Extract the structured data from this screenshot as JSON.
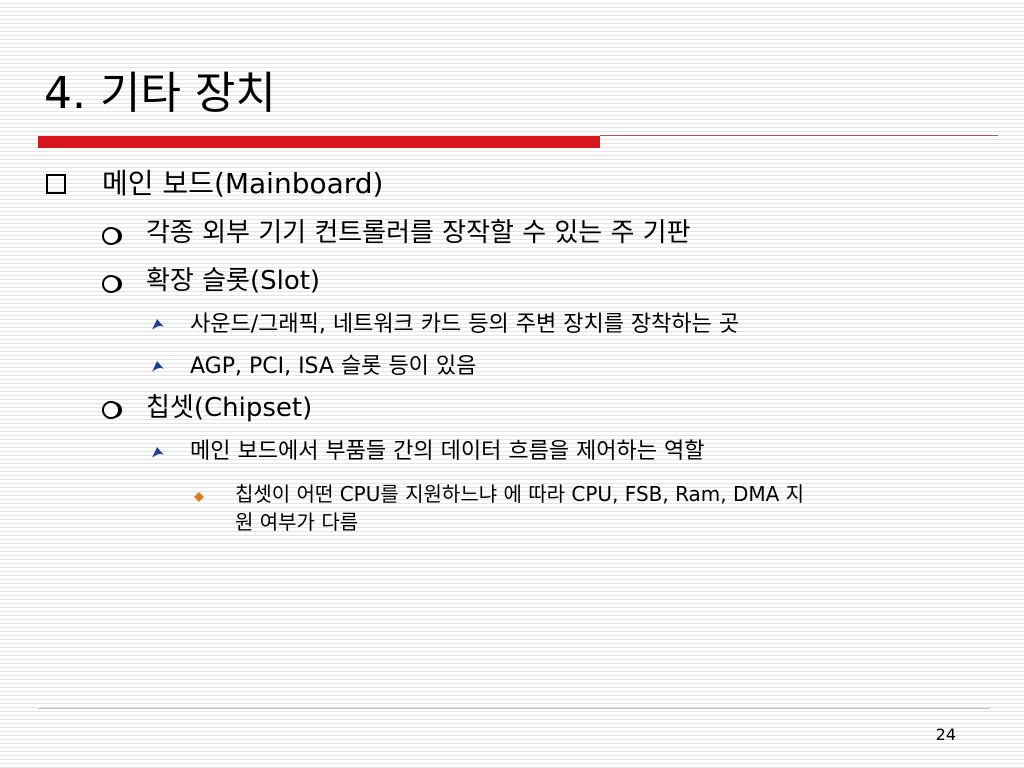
{
  "slide": {
    "title": "4. 기타 장치",
    "page_number": "24",
    "accent_color": "#d8151b"
  },
  "bullets": [
    {
      "level": 1,
      "text": "메인 보드(Mainboard)",
      "bullet_icon": "hollow-square"
    },
    {
      "level": 2,
      "text": "각종 외부 기기 컨트롤러를 장작할 수 있는 주 기판",
      "bullet_icon": "shadowed-circle"
    },
    {
      "level": 2,
      "text": "확장 슬롯(Slot)",
      "bullet_icon": "shadowed-circle"
    },
    {
      "level": 3,
      "text": "사운드/그래픽, 네트워크 카드 등의 주변 장치를 장착하는 곳",
      "bullet_icon": "flag"
    },
    {
      "level": 3,
      "text": "AGP, PCI, ISA 슬롯 등이 있음",
      "bullet_icon": "flag"
    },
    {
      "level": 2,
      "text": "칩셋(Chipset)",
      "bullet_icon": "shadowed-circle"
    },
    {
      "level": 3,
      "text": "메인 보드에서 부품들 간의 데이터 흐름을 제어하는 역할",
      "bullet_icon": "flag"
    },
    {
      "level": 4,
      "text_line1": "칩셋이 어떤 CPU를 지원하느냐 에 따라 CPU, FSB, Ram, DMA 지",
      "text_line2": "원 여부가 다름",
      "bullet_icon": "orange-diamond",
      "bullet_color": "#e07b1a"
    }
  ]
}
